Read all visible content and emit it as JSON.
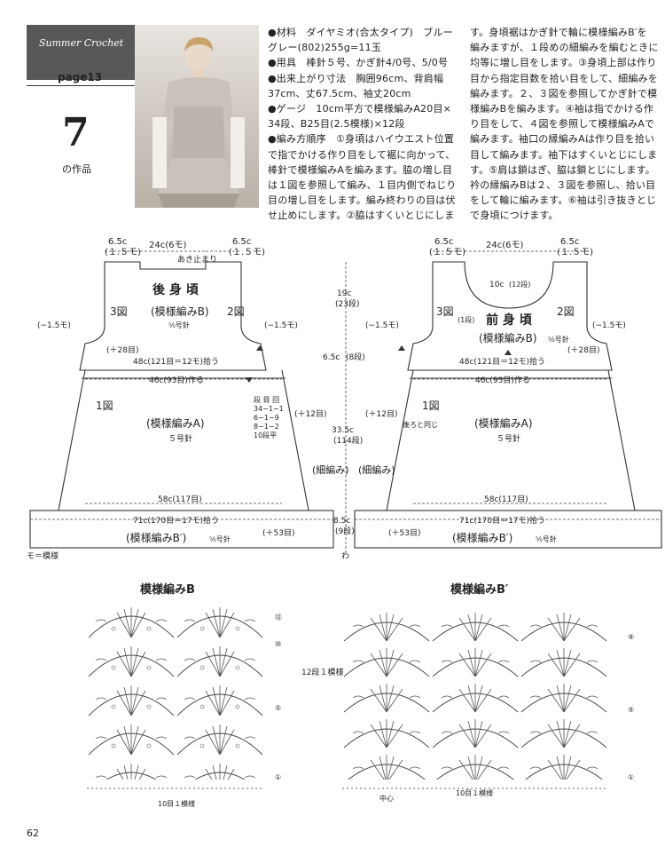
{
  "header": {
    "series": "Summer Crochet",
    "page": "page13",
    "work_number": "7",
    "work_suffix": "の作品"
  },
  "instructions": {
    "col1": [
      "●材料　ダイヤミオ(合太タイプ)　ブルー",
      "グレー(802)255g=11玉",
      "●用具　棒針５号、かぎ針4/0号、5/0号",
      "●出来上がり寸法　胸囲96cm、背肩幅",
      "37cm、丈67.5cm、袖丈20cm",
      "●ゲージ　10cm平方で模様編みA20目×",
      "34段、B25目(2.5模様)×12段",
      "●編み方順序　①身頃はハイウエスト位置",
      "で指でかける作り目をして裾に向かって、",
      "棒針で模様編みAを編みます。脇の増し目",
      "は１図を参照して編み、１目内側でねじり",
      "目の増し目をします。編み終わりの目は伏",
      "せ止めにします。②脇はすくいとじにしま"
    ],
    "col2": [
      "す。身頃裾はかぎ針で輪に模様編みB′を",
      "編みますが、１段めの細編みを編むときに",
      "均等に増し目をします。③身頃上部は作り",
      "目から指定目数を拾い目をして、細編みを",
      "編みます。２、３図を参照してかぎ針で模",
      "様編みBを編みます。④袖は指でかける作",
      "り目をして、４図を参照して模様編みAで",
      "編みます。袖口の縁編みAは作り目を拾い",
      "目して編みます。袖下はすくいとじにしま",
      "す。⑤肩は鎖はぎ、脇は鎖とじにします。",
      "衿の縁編みBは２、３図を参照し、拾い目",
      "をして輪に編みます。⑥袖は引き抜きとじ",
      "で身頃につけます。"
    ]
  },
  "diagram": {
    "back": {
      "title": "後 身 頃",
      "shoulder": "6.5c",
      "shoulder_st": "(１.５モ)",
      "neck": "24c(6モ)",
      "akidomari": "あき止まり",
      "zu3": "3図",
      "zu2": "2図",
      "yoke_pattern": "(模様編みB)",
      "yoke_needle": "⁵⁄₀号針",
      "armhole_l": "(−1.5モ)",
      "armhole_r": "(−1.5モ)",
      "inc_28": "(＋28目)",
      "pickup": "48c(121目＝12モ)拾う",
      "cast_on": "46c(93目)作る",
      "zu1": "1図",
      "body_pattern": "(模様編みA)",
      "body_needle": "５号針",
      "inc_12": "(＋12目)",
      "hem_width": "58c(117目)",
      "hem_pickup": "71c(170目＝17モ)拾う",
      "hem_pattern": "(模様編みB′)",
      "hem_needle": "⁵⁄₀号針",
      "inc_53": "(＋53目)",
      "shaping": [
        "段 目 回",
        "34−1−1",
        "6−1−9",
        "8−1−2",
        "10段平"
      ],
      "hosoami": "(細編み)"
    },
    "front": {
      "title": "前 身 頃",
      "shoulder": "6.5c",
      "shoulder_st": "(１.５モ)",
      "neck": "24c(6モ)",
      "neck_depth": "10c",
      "neck_rows": "(12段)",
      "side_rows": "(1段)",
      "zu3": "3図",
      "zu2": "2図",
      "yoke_pattern": "(模様編みB)",
      "yoke_needle": "⁵⁄₀号針",
      "armhole_l": "(−1.5モ)",
      "armhole_r": "(−1.5モ)",
      "inc_28": "(＋28目)",
      "pickup": "48c(121目＝12モ)拾う",
      "cast_on": "46c(93目)作る",
      "zu1": "1図",
      "body_pattern": "(模様編みA)",
      "body_needle": "５号針",
      "inc_12": "(＋12目)",
      "same_as_back": "後ろと同じ",
      "hem_width": "58c(117目)",
      "hem_pickup": "71c(170目＝17モ)拾う",
      "hem_pattern": "(模様編みB′)",
      "hem_needle": "⁵⁄₀号針",
      "inc_53": "(＋53目)",
      "hosoami": "(細編み)"
    },
    "center": {
      "yoke_h": "19c",
      "yoke_rows": "(23段)",
      "band_h": "6.5c",
      "band_rows": "(8段)",
      "one_row": "(1段)",
      "body_h": "33.5c",
      "body_rows": "(114段)",
      "hem_h": "8.5c",
      "hem_rows": "(9段)",
      "wa": "わ"
    },
    "legend": "モ＝模様"
  },
  "charts": {
    "b": {
      "title": "模様編みB",
      "repeat": "10目１模様",
      "rows": "12段１模様",
      "row_marks": [
        "⑫",
        "⑩",
        "⑤",
        "①"
      ]
    },
    "b_prime": {
      "title": "模様編みB′",
      "repeat": "10目１模様",
      "center": "中心",
      "row_marks": [
        "⑨",
        "⑤",
        "①"
      ]
    }
  },
  "page_number": "62"
}
